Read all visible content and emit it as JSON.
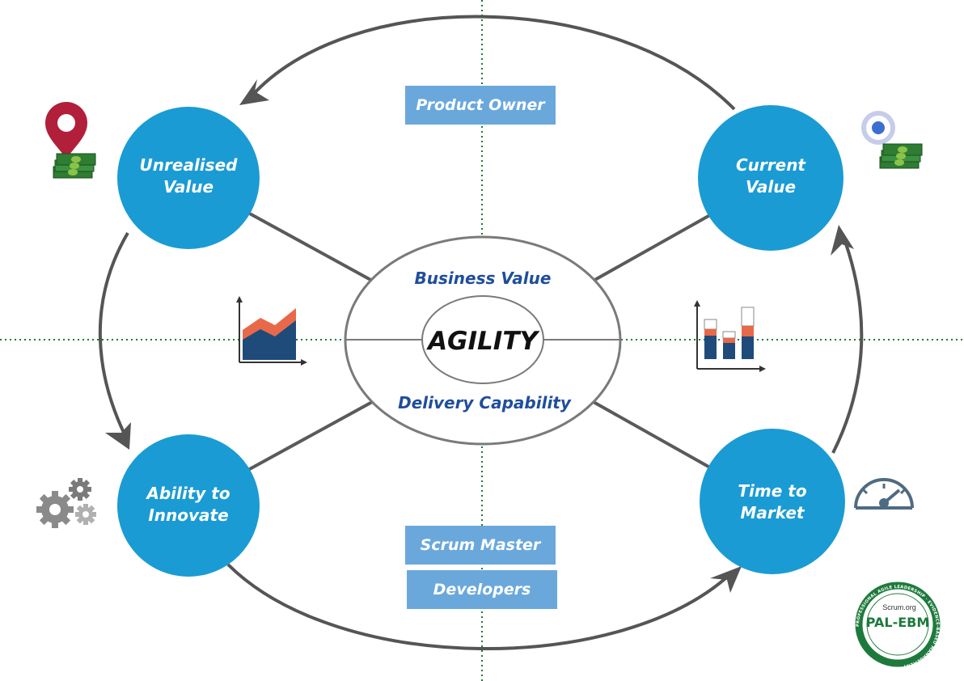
{
  "center": {
    "top_label": "Business Value",
    "bottom_label": "Delivery Capability",
    "core_label": "AGILITY"
  },
  "nodes": {
    "unrealised": {
      "line1": "Unrealised",
      "line2": "Value",
      "icon": "location-pin-money-icon"
    },
    "current": {
      "line1": "Current",
      "line2": "Value",
      "icon": "target-money-icon"
    },
    "innovate": {
      "line1": "Ability to",
      "line2": "Innovate",
      "icon": "gears-icon"
    },
    "market": {
      "line1": "Time to",
      "line2": "Market",
      "icon": "speedometer-icon"
    }
  },
  "roles": {
    "product_owner": "Product Owner",
    "scrum_master": "Scrum Master",
    "developers": "Developers"
  },
  "badge": {
    "brand": "Scrum.org",
    "title": "PAL-EBM",
    "ring_text": "PROFESSIONAL AGILE LEADERSHIP · EVIDENCE-BASED MANAGEMENT"
  },
  "colors": {
    "node_fill": "#1a9bd4",
    "role_fill": "#6aa8dc",
    "center_text": "#1f4e9c",
    "connector": "#5a5a5a",
    "quadrant_line": "#1a7a3a",
    "chart_navy": "#1e4b7a",
    "chart_orange": "#e8694a",
    "badge_green": "#1e7a3c"
  }
}
